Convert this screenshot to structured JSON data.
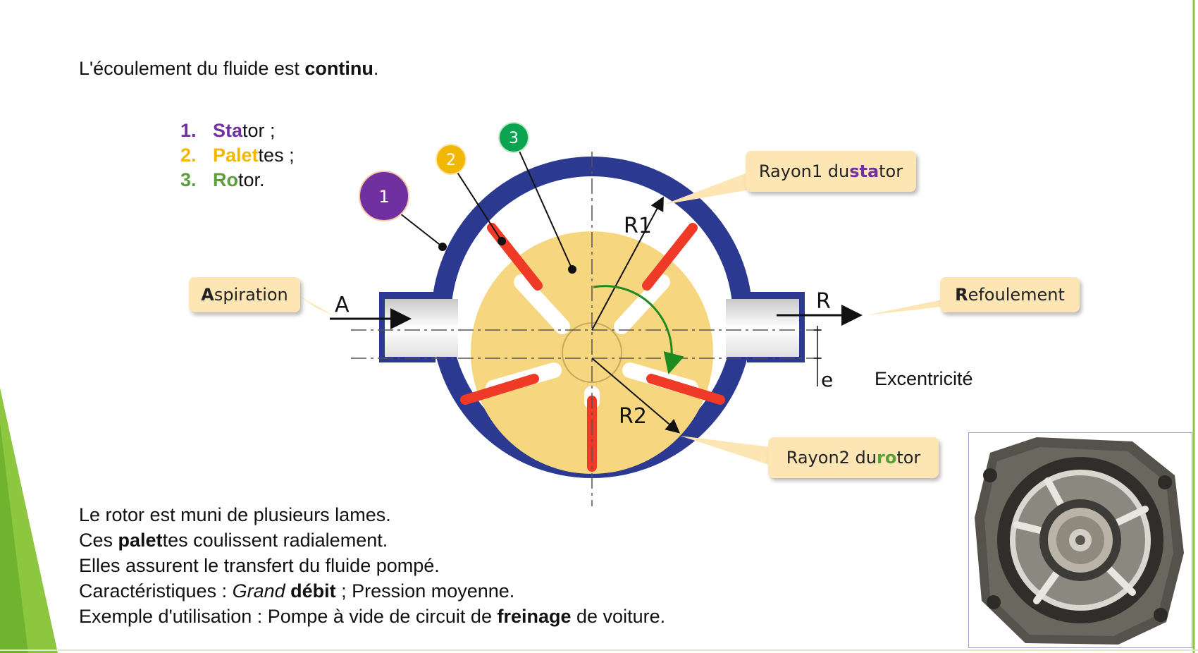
{
  "header": {
    "prefix": "L'écoulement du fluide est ",
    "bold": "continu",
    "suffix": "."
  },
  "legend": [
    {
      "num": "1.",
      "highlight": "Sta",
      "rest": "tor ;",
      "color": "#7030a0"
    },
    {
      "num": "2.",
      "highlight": "Palet",
      "rest": "tes ;",
      "color": "#f2b705"
    },
    {
      "num": "3.",
      "highlight": "Ro",
      "rest": "tor.",
      "color": "#5b9f3a"
    }
  ],
  "badges": [
    {
      "label": "1",
      "color": "#7030a0"
    },
    {
      "label": "2",
      "color": "#f2b705"
    },
    {
      "label": "3",
      "color": "#0aa34f"
    }
  ],
  "callouts": {
    "rayon1": {
      "prefix": "Rayon1 du ",
      "highlight": "sta",
      "suffix": "tor"
    },
    "rayon2": {
      "prefix": "Rayon2 du ",
      "highlight": "ro",
      "suffix": "tor"
    },
    "aspiration": {
      "bold": "A",
      "rest": "spiration"
    },
    "refoulement": {
      "bold": "R",
      "rest": "efoulement"
    }
  },
  "diagram_labels": {
    "A": "A",
    "R": "R",
    "R1": "R1",
    "R2": "R2",
    "e": "e",
    "excentricite": "Excentricité"
  },
  "body": {
    "line1": "Le rotor est muni de plusieurs lames.",
    "line2_pre": "Ces ",
    "line2_bold": "palet",
    "line2_post": "tes coulissent radialement.",
    "line3": "Elles assurent le transfert du fluide pompé.",
    "line4_pre": "Caractéristiques : ",
    "line4_italic": "Grand",
    "line4_space": " ",
    "line4_bold": "débit",
    "line4_post": " ; Pression moyenne.",
    "line5_pre": "Exemple d'utilisation : Pompe à vide de circuit de ",
    "line5_bold": "freinage",
    "line5_post": " de voiture."
  },
  "colors": {
    "stator": "#2b3990",
    "rotor": "#f6d77f",
    "vane": "#f03a28",
    "callout_bg": "#fde6b4",
    "slide_accent": "#8dc63f"
  }
}
